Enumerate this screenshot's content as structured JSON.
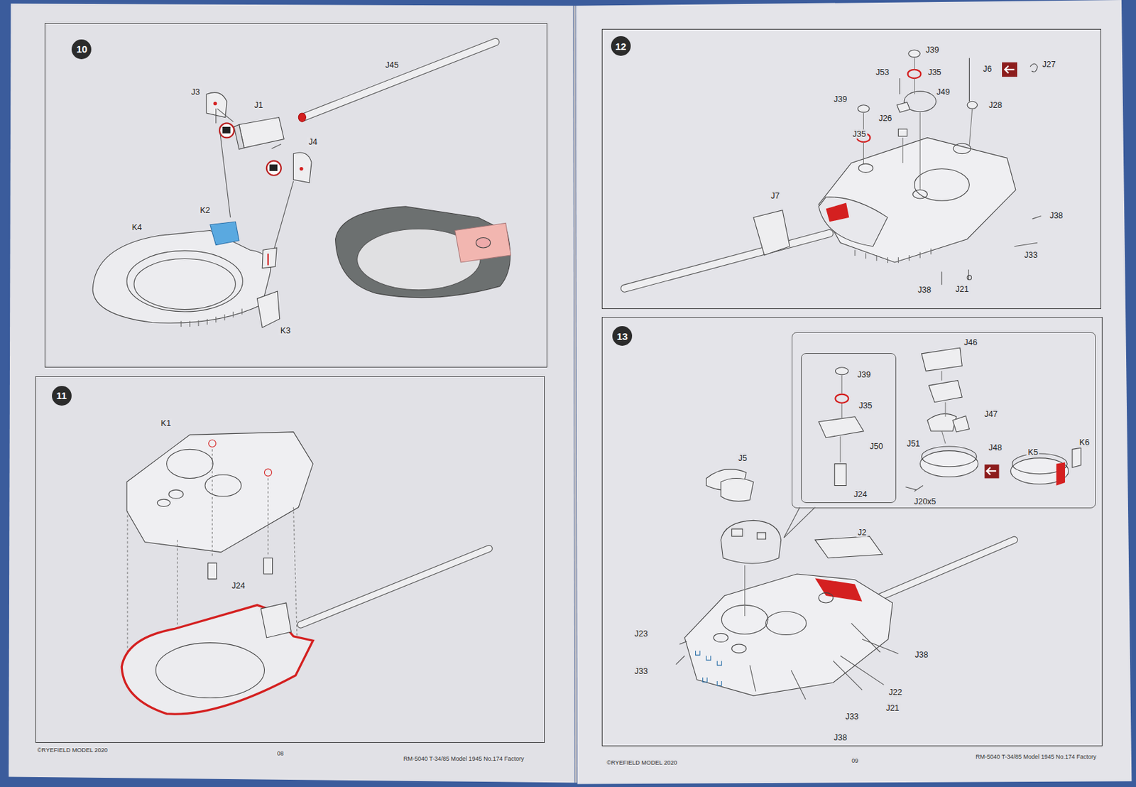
{
  "diagram": {
    "nodes": [
      {
        "text": [
          "10"
        ]
      },
      {
        "text": [
          "11"
        ]
      },
      {
        "text": [
          "12"
        ]
      },
      {
        "text": [
          "13"
        ]
      },
      {
        "text": [
          "J46",
          "J47",
          "J51",
          "J48",
          "J20x5",
          "K5",
          "K6"
        ],
        "in": 3
      },
      {
        "text": [
          "J39",
          "J35",
          "J50",
          "J24"
        ],
        "in": 4
      }
    ],
    "edges": [],
    "labels": [
      "©RYEFIELD MODEL 2020",
      "08",
      "RM-5040 T-34/85 Model 1945 No.174 Factory",
      "©RYEFIELD MODEL 2020",
      "09",
      "RM-5040 T-34/85 Model 1945 No.174 Factory",
      "J45",
      "J3",
      "J1",
      "J4",
      "K2",
      "K4",
      "K3",
      "K1",
      "J24",
      "J39",
      "J53",
      "J35",
      "J6",
      "J27",
      "J49",
      "J39",
      "J28",
      "J26",
      "J35",
      "J7",
      "J38",
      "J33",
      "J38",
      "J21",
      "J5",
      "J2",
      "J23",
      "J38",
      "J33",
      "J22",
      "J21",
      "J33",
      "J38"
    ]
  }
}
